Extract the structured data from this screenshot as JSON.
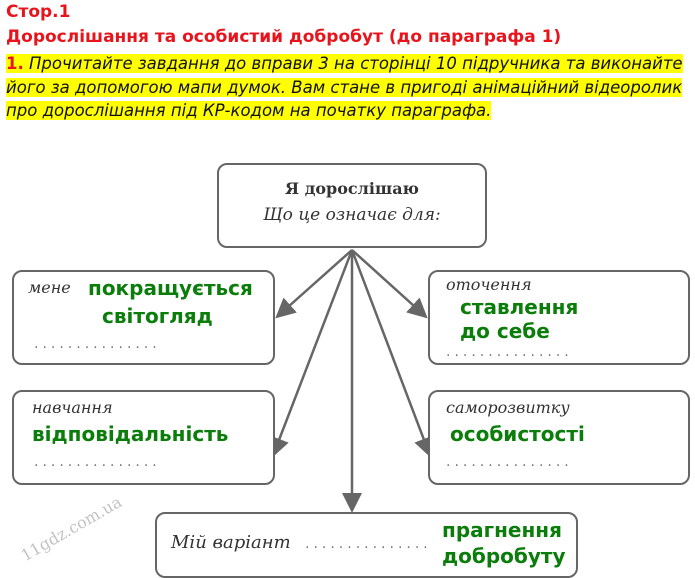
{
  "header": {
    "page": "Стор.1",
    "title": "Дорослішання та особистий добробут (до параграфа 1)"
  },
  "task": {
    "number": "1.",
    "text": "Прочитайте завдання до вправи 3 на сторінці 10 підручника та виконайте його за допомогою мапи думок. Вам стане в пригоді анімаційний відеоролик про дорослішання під КР-кодом на початку параграфа."
  },
  "mindmap": {
    "center_title": "Я дорослішаю",
    "center_subtitle": "Що це означає для:",
    "nodes": [
      {
        "label": "мене",
        "answer_line1": "покращується",
        "answer_line2": "світогляд"
      },
      {
        "label": "навчання",
        "answer_line1": "відповідальність",
        "answer_line2": ""
      },
      {
        "label": "оточення",
        "answer_line1": "ставлення",
        "answer_line2": "до себе"
      },
      {
        "label": "саморозвитку",
        "answer_line1": "особистості",
        "answer_line2": ""
      },
      {
        "label": "Мій варіант",
        "answer_line1": "прагнення",
        "answer_line2": "добробуту"
      }
    ],
    "dots": "..............."
  },
  "watermark": "11gdz.com.ua",
  "colors": {
    "heading": "#e8141c",
    "highlight": "#ffff00",
    "answer": "#0a7d0a"
  }
}
